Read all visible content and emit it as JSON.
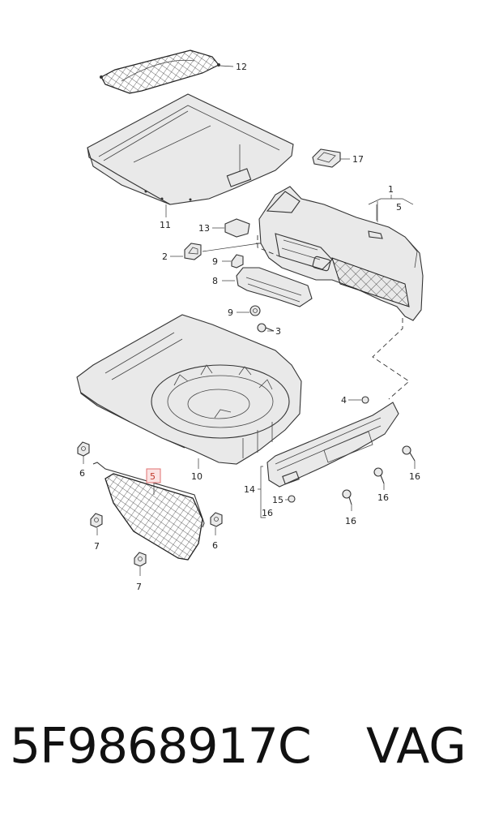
{
  "diagram": {
    "labels": {
      "c1": "1",
      "c2": "2",
      "c3": "3",
      "c4": "4",
      "c5_top": "5",
      "c5_hl": "5",
      "c6a": "6",
      "c6b": "6",
      "c7a": "7",
      "c7b": "7",
      "c8": "8",
      "c9a": "9",
      "c9b": "9",
      "c10": "10",
      "c11": "11",
      "c12": "12",
      "c13": "13",
      "c14": "14",
      "c15": "15",
      "c16a": "16",
      "c16b": "16",
      "c16c": "16",
      "c16d": "16",
      "c16e": "16",
      "c17": "17"
    },
    "highlight_color": "#e07070"
  },
  "footer": {
    "part_number": "5F9868917C",
    "brand": "VAG"
  }
}
